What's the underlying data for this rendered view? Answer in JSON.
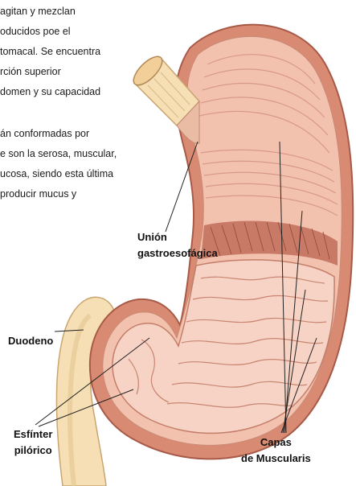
{
  "description_text": {
    "paragraph_1": [
      "agitan y mezclan",
      "oducidos poe el",
      "tomacal. Se encuentra",
      "rción superior",
      "domen y su capacidad"
    ],
    "paragraph_2": [
      "án conformadas por",
      "e son la serosa, muscular,",
      "ucosa, siendo esta última",
      "producir mucus y"
    ]
  },
  "labels": {
    "union": [
      "Unión",
      "gastroesofágica"
    ],
    "duodeno": "Duodeno",
    "esfinter": [
      "Esfínter",
      "pilórico"
    ],
    "capas": [
      "Capas",
      "de Muscularis"
    ]
  },
  "colors": {
    "outer_wall": "#d88a72",
    "muscle_layer": "#f2c2ae",
    "inner_pink": "#efb9a6",
    "mucosa": "#f6d3c4",
    "fold_shadow": "#b8695a",
    "duodenum": "#f6dfb4",
    "duodenum_shadow": "#d9b886",
    "esophagus": "#f6dfb4",
    "line": "#222222"
  }
}
